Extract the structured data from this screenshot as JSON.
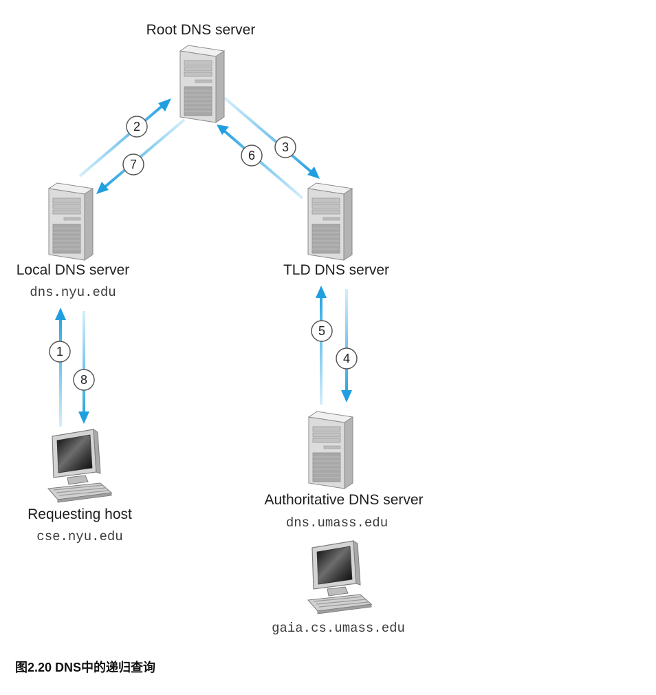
{
  "nodes": {
    "root": {
      "label": "Root DNS server"
    },
    "local": {
      "label": "Local DNS server",
      "hostname": "dns.nyu.edu"
    },
    "tld": {
      "label": "TLD DNS server"
    },
    "authoritative": {
      "label": "Authoritative DNS server",
      "hostname": "dns.umass.edu"
    },
    "requesting_host": {
      "label": "Requesting host",
      "hostname": "cse.nyu.edu"
    },
    "target_host": {
      "hostname": "gaia.cs.umass.edu"
    }
  },
  "steps": [
    "1",
    "2",
    "3",
    "4",
    "5",
    "6",
    "7",
    "8"
  ],
  "caption": "图2.20 DNS中的递归查询",
  "colors": {
    "arrow": "#1f9fe0",
    "arrow_light": "#b8e2f7",
    "circle_stroke": "#555555",
    "server_body": "#d8d8d8",
    "monitor_frame": "#d4d4d4"
  },
  "icons": [
    "server-icon",
    "computer-icon"
  ]
}
